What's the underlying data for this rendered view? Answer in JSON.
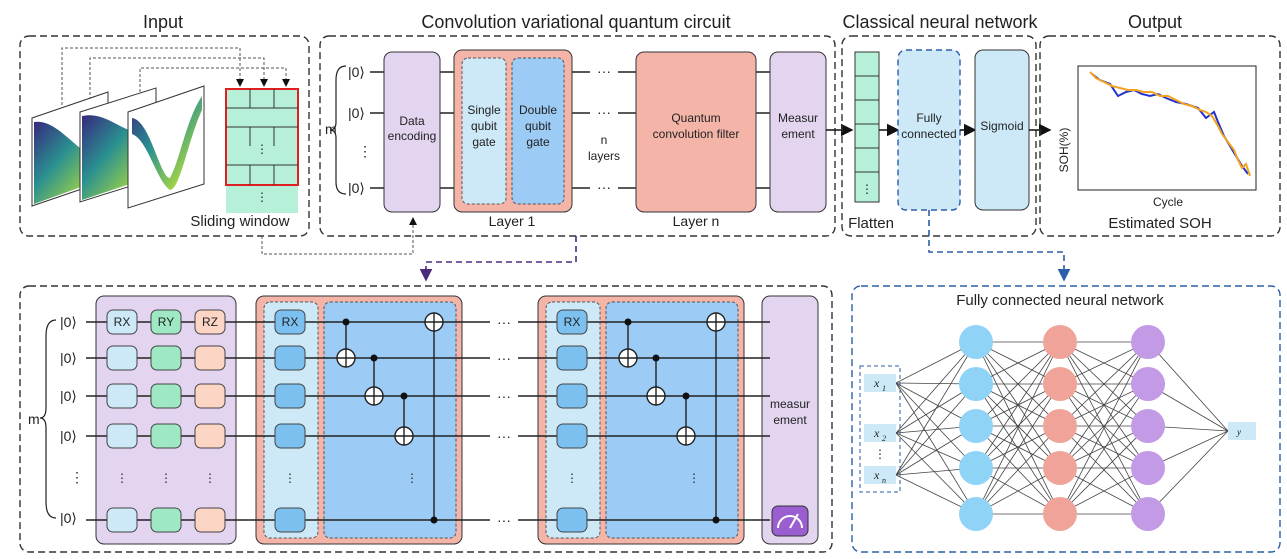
{
  "top": {
    "input": {
      "title": "Input",
      "sliding_window": "Sliding window",
      "dots": "⋮"
    },
    "circuit": {
      "title": "Convolution variational quantum circuit",
      "m": "m",
      "kets": [
        "|0⟩",
        "|0⟩",
        "⋮",
        "|0⟩"
      ],
      "encoding": [
        "Data",
        "encoding"
      ],
      "single": [
        "Single",
        "qubit",
        "gate"
      ],
      "double": [
        "Double",
        "qubit",
        "gate"
      ],
      "n_layers": [
        "n",
        "layers"
      ],
      "filter": [
        "Quantum",
        "convolution filter"
      ],
      "measure": [
        "Measur",
        "ement"
      ],
      "layer1": "Layer 1",
      "layern": "Layer n",
      "ellipsis": "···"
    },
    "classical": {
      "title": "Classical neural network",
      "flatten": "Flatten",
      "fc": [
        "Fully",
        "connected"
      ],
      "sigmoid": "Sigmoid"
    },
    "output": {
      "title": "Output",
      "ylabel": "SOH(%)",
      "xlabel": "Cycle",
      "caption": "Estimated SOH",
      "colors": {
        "estimate": "#f4a320",
        "actual": "#2233cc"
      }
    }
  },
  "bottom": {
    "circuit": {
      "m": "m",
      "kets": [
        "|0⟩",
        "|0⟩",
        "|0⟩",
        "|0⟩",
        "⋮",
        "|0⟩"
      ],
      "gates": {
        "rx": "RX",
        "ry": "RY",
        "rz": "RZ"
      },
      "measure": [
        "measur",
        "ement"
      ],
      "ellipsis": "···",
      "vdots": "⋮"
    },
    "fcnn": {
      "title": "Fully connected neural network",
      "inputs": [
        "x",
        "x",
        "⋮",
        "x"
      ],
      "input_subs": [
        "1",
        "2",
        "",
        "n"
      ],
      "output_label": "y"
    }
  },
  "colors": {
    "purple_block": "#e3d5f0",
    "light_blue": "#cde9f8",
    "mid_blue": "#9ccbf5",
    "salmon": "#f4b5a8",
    "mint": "#b6f0d9",
    "node_blue": "#8fd3f7",
    "node_pink": "#f0a499",
    "node_purple": "#c39ae6",
    "peach": "#fcd5c5",
    "green_gate": "#9ee8c4"
  }
}
